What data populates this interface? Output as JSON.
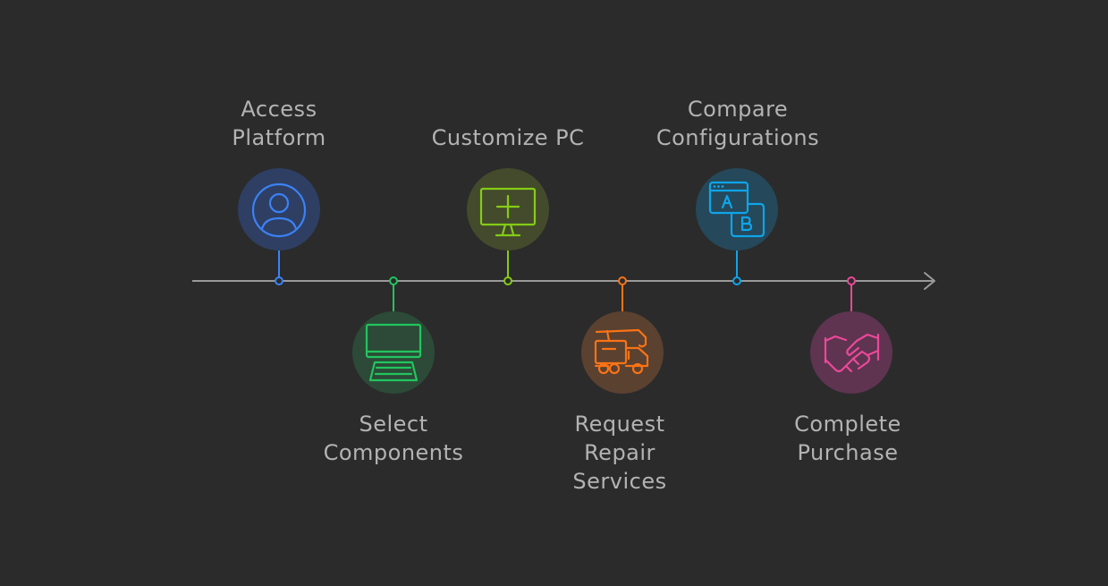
{
  "diagram": {
    "background": "#2b2b2b",
    "axis_color": "#9a9a9a",
    "label_color": "#b3b3b3",
    "steps": [
      {
        "id": "access-platform",
        "lines": [
          "Access",
          "Platform"
        ],
        "side": "above",
        "icon": "user-profile-icon",
        "color": "#3b82f6",
        "bg": "#2e3f63"
      },
      {
        "id": "select-components",
        "lines": [
          "Select",
          "Components"
        ],
        "side": "below",
        "icon": "laptop-keyboard-icon",
        "color": "#22c55e",
        "bg": "#2c4a37"
      },
      {
        "id": "customize-pc",
        "lines": [
          "Customize PC"
        ],
        "side": "above",
        "icon": "monitor-plus-icon",
        "color": "#84cc16",
        "bg": "#434b2c"
      },
      {
        "id": "request-repair-services",
        "lines": [
          "Request",
          "Repair",
          "Services"
        ],
        "side": "below",
        "icon": "repair-truck-icon",
        "color": "#f97316",
        "bg": "#5a4130"
      },
      {
        "id": "compare-configurations",
        "lines": [
          "Compare",
          "Configurations"
        ],
        "side": "above",
        "icon": "ab-compare-icon",
        "color": "#0ea5e9",
        "bg": "#25485a"
      },
      {
        "id": "complete-purchase",
        "lines": [
          "Complete",
          "Purchase"
        ],
        "side": "below",
        "icon": "handshake-icon",
        "color": "#ec4899",
        "bg": "#5e3450"
      }
    ]
  }
}
